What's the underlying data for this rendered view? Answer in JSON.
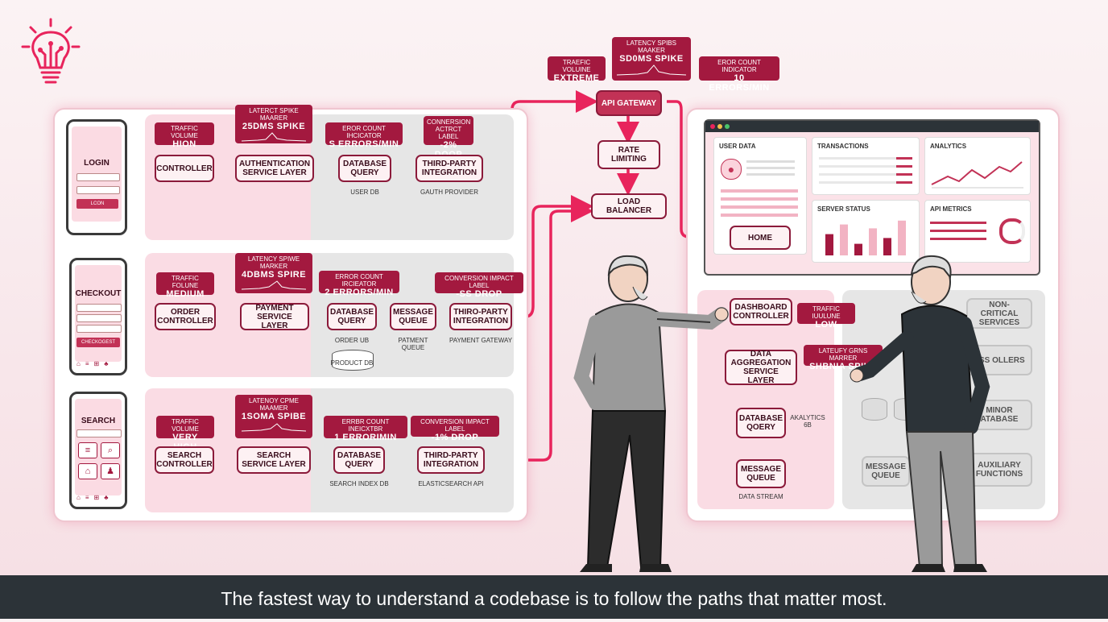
{
  "subtitle": "The fastest way to understand a codebase is to follow the paths that matter most.",
  "colors": {
    "accent": "#e8245c",
    "dark_accent": "#a3193f",
    "lane_pink": "#fadce4",
    "lane_grey": "#e6e6e6",
    "caption_bar": "#2c3338"
  },
  "logo": {
    "icon": "lightbulb-circuit-icon"
  },
  "gateway": {
    "traffic": {
      "label": "TRAEFIC VOLUINE",
      "value": "EXTREME"
    },
    "latency": {
      "label": "LATENCY SPIBS MAAKER",
      "value": "SD0ms SPIKE"
    },
    "errors": {
      "label": "EROR COUNT INDICATOR",
      "value": "10 ERRORS/MIN"
    },
    "api_gateway": "API GATEWAY",
    "rate_limiting": "RATE LIMITING",
    "load_balancer": "LOAD BALANCER"
  },
  "flows": {
    "login": {
      "screen_title": "LOGIN",
      "button": "LCON",
      "traffic": {
        "label": "TRAFFIC VOLUME",
        "value": "HION"
      },
      "latency": {
        "label": "LATERCT SPIKE MAARER",
        "value": "25Dms SPIKE"
      },
      "errors": {
        "label": "EROR COUNT IHCICATOR",
        "value": "S ERRORS/MIN"
      },
      "conversion": {
        "label": "CONNERSION ACTRCT LABEL",
        "value": "-2% DOOP"
      },
      "nodes": [
        "CONTROLLER",
        "AUTHENTICATION SERVICE LAYER",
        "DATABASE QUERY",
        "THIRD-PARTY INTEGRATION"
      ],
      "captions": [
        "USER DB",
        "GAUTH PROVIDER"
      ]
    },
    "checkout": {
      "screen_title": "CHECKOUT",
      "button": "CHECKOGEST",
      "traffic": {
        "label": "TRAFFIC FOLUNE",
        "value": "MEDIUM"
      },
      "latency": {
        "label": "LATENCY SPIWE MARKER",
        "value": "4DBms SPIRE"
      },
      "errors": {
        "label": "ERROR COUNT IRCIEATOR",
        "value": "2 ERRORS/MIN"
      },
      "conversion": {
        "label": "CONVERSION IMPACT LABEL",
        "value": "-SS DROP"
      },
      "nodes": [
        "ORDER CONTROLLER",
        "PAYMENT SERVICE LAYER",
        "DATABASE QUERY",
        "MESSAGE QUEUE",
        "THIRO-PARTY INTEGRATION"
      ],
      "captions": [
        "ORDER UB",
        "PATMENT QUEUE",
        "PAYMENT GATEWAY",
        "PRODUCT DB"
      ]
    },
    "search": {
      "screen_title": "SEARCH",
      "traffic": {
        "label": "TRAFFIC VOLUME",
        "value": "VERY HIGH"
      },
      "latency": {
        "label": "LATENOY CPME MAAMER",
        "value": "1SOmA SPIBE"
      },
      "errors": {
        "label": "ERRBR COUNT INEICXTBR",
        "value": "1 ERRORIMIN"
      },
      "conversion": {
        "label": "CONVERSION IMPACT LABEL",
        "value": "-1% DROP"
      },
      "nodes": [
        "SEARCH CONTROLLER",
        "SEARCH SERVICE LAYER",
        "DATABASE QUERY",
        "THIRD-PARTY INTEGRATION"
      ],
      "captions": [
        "SEARCH INDEX DB",
        "ELASTICSEARCH API"
      ]
    }
  },
  "dashboard": {
    "cards": [
      "USER DATA",
      "TRANSACTIONS",
      "ANALYTICS",
      "SERVER STATUS",
      "API METRICS"
    ],
    "bar_levels": [
      0.55,
      0.8,
      0.3,
      0.7,
      0.45,
      0.9
    ],
    "home": "HOME",
    "dash_controller": "DASHBOARD CONTROLLER",
    "data_agg": "DATA AGGREGATION SERVICE LAYER",
    "db_query": "DATABASE QOERY",
    "message_queue": "MESSAGE QUEUE",
    "traffic": {
      "label": "TRAFFIC IUULUNE",
      "value": "LOW"
    },
    "latency": {
      "label": "LATEUFY GRNS MARRER",
      "value": "SHBnIA SPIKE"
    },
    "captions": [
      "AKALYTICS 6B",
      "DATA STREAM"
    ],
    "grey_nodes": [
      "NON-CRITICAL SERVICES",
      "ESS OLLERS",
      "MINOR ATABASE",
      "AUXILIARY FUNCTIONS"
    ],
    "grey_queue": "MESSAGE QUEUE"
  }
}
